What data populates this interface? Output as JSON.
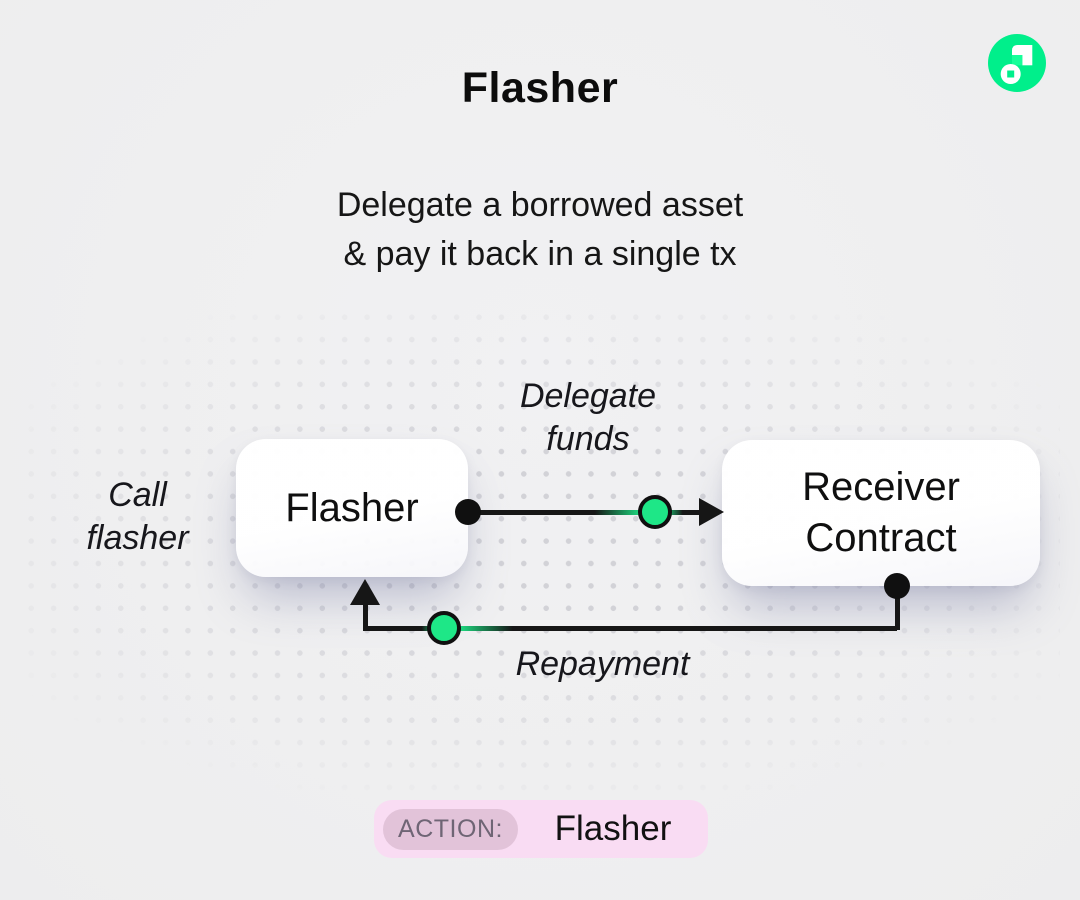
{
  "header": {
    "title": "Flasher",
    "subtitle_line1": "Delegate a borrowed asset",
    "subtitle_line2": "& pay it back in a single tx"
  },
  "logo": {
    "name": "Flow blockchain logo",
    "circle_color": "#00EF8B",
    "accent_square_color": "#16FF99",
    "glyph_color": "#FFFFFF"
  },
  "diagram": {
    "call_label": {
      "line1": "Call",
      "line2": "flasher"
    },
    "flasher_node": {
      "label": "Flasher"
    },
    "receiver_node": {
      "line1": "Receiver",
      "line2": "Contract"
    },
    "delegate_label": {
      "line1": "Delegate",
      "line2": "funds"
    },
    "repayment_label": "Repayment",
    "colors": {
      "connector_line": "#161616",
      "node_green": "#1EE787",
      "dot_grid": "#D2D2D7"
    }
  },
  "action_badge": {
    "label": "ACTION:",
    "value": "Flasher",
    "colors": {
      "bg": "#F9DCF3",
      "pill_bg": "#E2C3D9",
      "label_text": "#6F6575",
      "value_text": "#121212"
    }
  },
  "canvas": {
    "background": "#EFEFF0"
  }
}
